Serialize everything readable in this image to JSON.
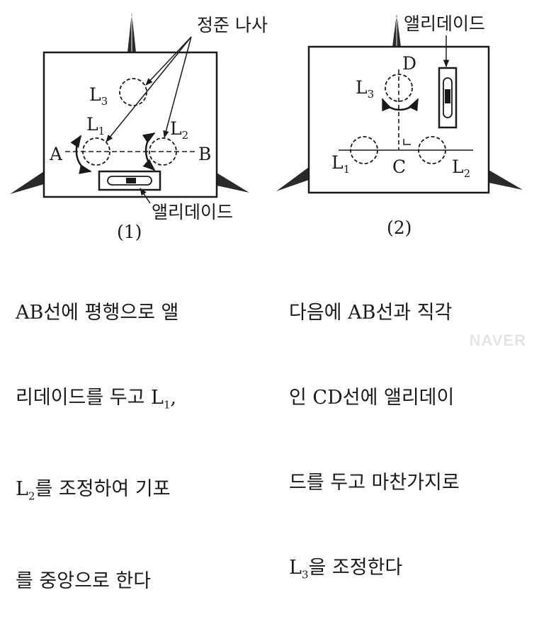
{
  "labels": {
    "leveling_screws": "정준 나사",
    "alidade": "앨리데이드",
    "L": "L",
    "sub1": "1",
    "sub2": "2",
    "sub3": "3",
    "A": "A",
    "B": "B",
    "C": "C",
    "D": "D",
    "fig1": "(1)",
    "fig2": "(2)"
  },
  "captions": {
    "step1": [
      "AB선에 평행으로 앨",
      "리데이드를 두고 L",
      "L",
      "를 중앙으로 한다"
    ],
    "step1_parts": {
      "line2_sub": "1",
      "line2_end": ",",
      "line3_sub": "2",
      "line3_rest": "를 조정하여 기포"
    },
    "step2": [
      "다음에 AB선과 직각",
      "인 CD선에 앨리데이",
      "드를 두고 마찬가지로",
      "L",
      "을 조정한다"
    ],
    "step2_parts": {
      "line4_sub": "3"
    }
  },
  "watermark": "NAVER"
}
